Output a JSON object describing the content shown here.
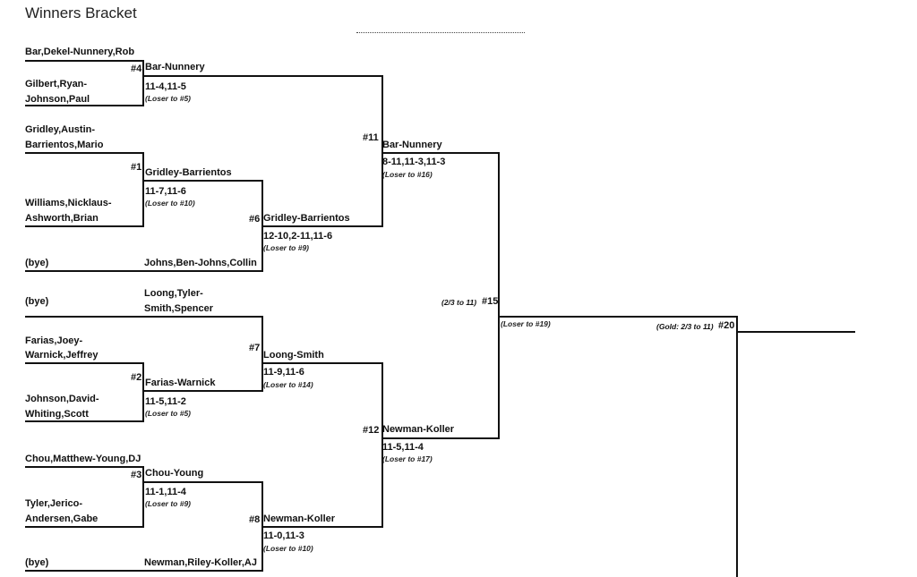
{
  "title": "Winners Bracket",
  "round1": {
    "m4": {
      "top": "Bar,Dekel-Nunnery,Rob",
      "bottom_l1": "Gilbert,Ryan-",
      "bottom_l2": "Johnson,Paul"
    },
    "m1": {
      "top_l1": "Gridley,Austin-",
      "top_l2": "Barrientos,Mario",
      "bottom_l1": "Williams,Nicklaus-",
      "bottom_l2": "Ashworth,Brian"
    },
    "bye1": "(bye)",
    "bye2": "(bye)",
    "m2": {
      "top_l1": "Farias,Joey-",
      "top_l2": "Warnick,Jeffrey",
      "bottom_l1": "Johnson,David-",
      "bottom_l2": "Whiting,Scott"
    },
    "m3": {
      "top": "Chou,Matthew-Young,DJ",
      "bottom_l1": "Tyler,Jerico-",
      "bottom_l2": "Andersen,Gabe"
    },
    "bye3": "(bye)"
  },
  "round2": {
    "w4": {
      "num": "#4",
      "name": "Bar-Nunnery",
      "score": "11-4,11-5",
      "loser": "(Loser to #5)"
    },
    "w1": {
      "num": "#1",
      "name": "Gridley-Barrientos",
      "score": "11-7,11-6",
      "loser": "(Loser to #10)"
    },
    "johns": "Johns,Ben-Johns,Collin",
    "loong_l1": "Loong,Tyler-",
    "loong_l2": "Smith,Spencer",
    "w2": {
      "num": "#2",
      "name": "Farias-Warnick",
      "score": "11-5,11-2",
      "loser": "(Loser to #5)"
    },
    "w3": {
      "num": "#3",
      "name": "Chou-Young",
      "score": "11-1,11-4",
      "loser": "(Loser to #9)"
    },
    "newman": "Newman,Riley-Koller,AJ"
  },
  "round3": {
    "w6": {
      "num": "#6",
      "name": "Gridley-Barrientos",
      "score": "12-10,2-11,11-6",
      "loser": "(Loser to #9)"
    },
    "w7": {
      "num": "#7",
      "name": "Loong-Smith",
      "score": "11-9,11-6",
      "loser": "(Loser to #14)"
    },
    "w8": {
      "num": "#8",
      "name": "Newman-Koller",
      "score": "11-0,11-3",
      "loser": "(Loser to #10)"
    }
  },
  "round4": {
    "w11": {
      "num": "#11",
      "name": "Bar-Nunnery",
      "score": "8-11,11-3,11-3",
      "loser": "(Loser to #16)"
    },
    "w12": {
      "num": "#12",
      "name": "Newman-Koller",
      "score": "11-5,11-4",
      "loser": "(Loser to #17)"
    }
  },
  "round5": {
    "w15": {
      "num": "#15",
      "note": "(2/3 to 11)",
      "loser": "(Loser to #19)"
    }
  },
  "final": {
    "w20": {
      "num": "#20",
      "note": "(Gold: 2/3 to 11)"
    }
  }
}
